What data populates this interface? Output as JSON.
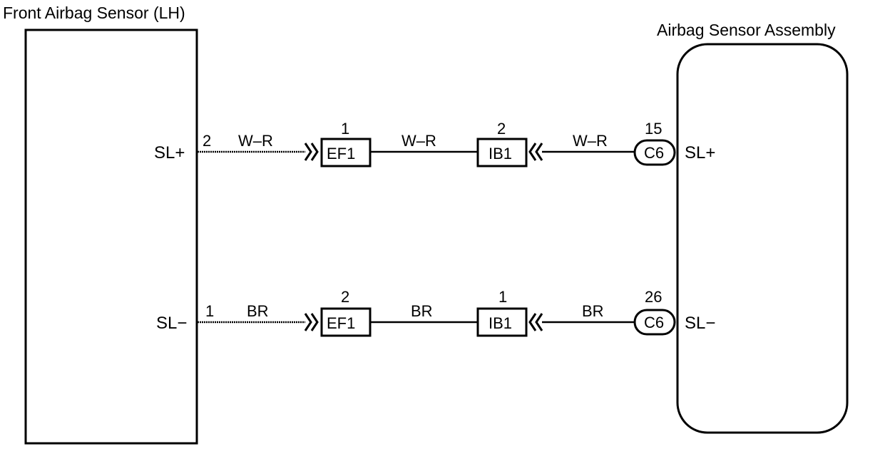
{
  "left_component": {
    "title": "Front Airbag Sensor (LH)",
    "pins": [
      {
        "label": "SL+",
        "number": "2"
      },
      {
        "label": "SL−",
        "number": "1"
      }
    ]
  },
  "right_component": {
    "title": "Airbag Sensor Assembly",
    "pins": [
      {
        "label": "SL+"
      },
      {
        "label": "SL−"
      }
    ]
  },
  "circuits": [
    {
      "wire_segments": [
        "W–R",
        "W–R",
        "W–R"
      ],
      "connectors": [
        {
          "name": "EF1",
          "pin": "1"
        },
        {
          "name": "IB1",
          "pin": "2"
        },
        {
          "name": "C6",
          "pin": "15"
        }
      ]
    },
    {
      "wire_segments": [
        "BR",
        "BR",
        "BR"
      ],
      "connectors": [
        {
          "name": "EF1",
          "pin": "2"
        },
        {
          "name": "IB1",
          "pin": "1"
        },
        {
          "name": "C6",
          "pin": "26"
        }
      ]
    }
  ]
}
